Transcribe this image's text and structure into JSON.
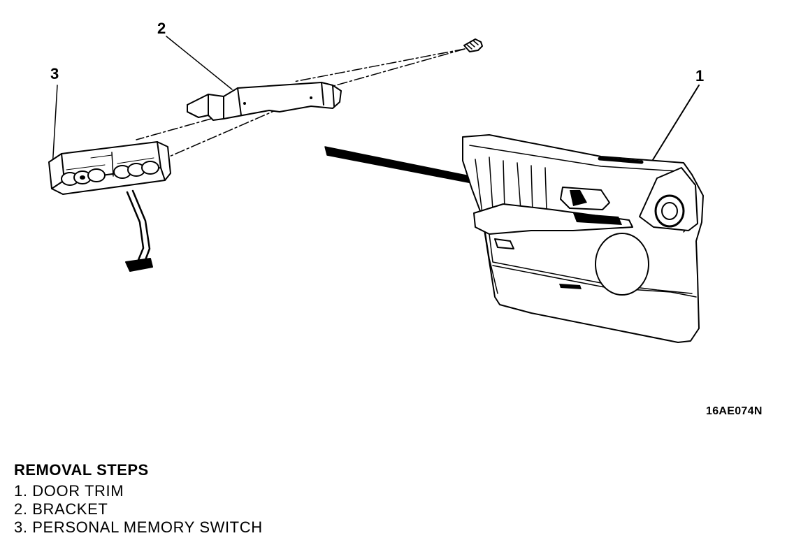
{
  "callouts": {
    "c1": "1",
    "c2": "2",
    "c3": "3"
  },
  "figure_code": "16AE074N",
  "steps_title": "REMOVAL STEPS",
  "steps": [
    {
      "num": "1.",
      "label": "DOOR TRIM"
    },
    {
      "num": "2.",
      "label": "BRACKET"
    },
    {
      "num": "3.",
      "label": "PERSONAL MEMORY SWITCH"
    }
  ]
}
